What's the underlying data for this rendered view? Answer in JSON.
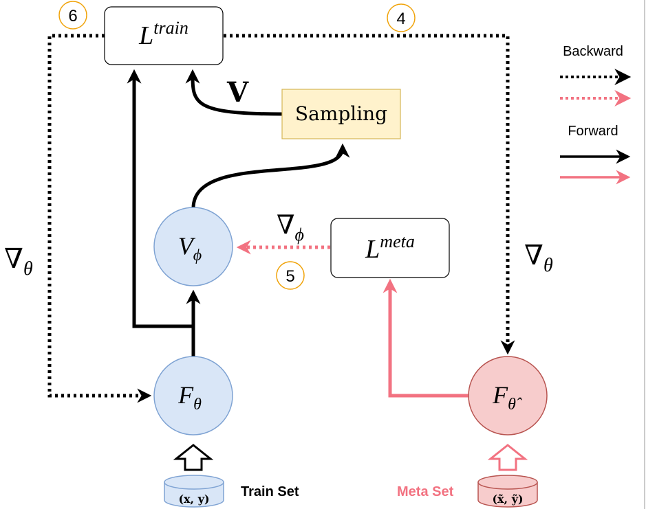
{
  "colors": {
    "black": "#000000",
    "pink": "#f27281",
    "blue_fill": "#d9e6f7",
    "blue_stroke": "#7fa3d3",
    "pink_fill": "#f7cccc",
    "pink_stroke": "#b85450",
    "sampling_fill": "#fff2cc",
    "sampling_stroke": "#d6b656",
    "badge_stroke": "#f0a30a"
  },
  "nodes": {
    "l_train": {
      "base": "L",
      "sup": "train"
    },
    "l_meta": {
      "base": "L",
      "sup": "meta"
    },
    "sampling": {
      "label": "Sampling"
    },
    "v_phi": {
      "base": "V",
      "sub": "ϕ"
    },
    "f_theta": {
      "base": "F",
      "sub": "θ"
    },
    "f_theta_hat": {
      "base": "F",
      "sub": "θ̂"
    }
  },
  "datasets": {
    "train": {
      "label": "Train Set",
      "values": "(x, y)"
    },
    "meta": {
      "label": "Meta Set",
      "values": "(x̃, ỹ)"
    }
  },
  "edge_labels": {
    "v_label": "V",
    "grad_phi": {
      "base": "∇",
      "sub": "ϕ"
    },
    "grad_theta_left": {
      "base": "∇",
      "sub": "θ"
    },
    "grad_theta_right": {
      "base": "∇",
      "sub": "θ"
    }
  },
  "badges": {
    "b4": "4",
    "b5": "5",
    "b6": "6"
  },
  "legend": {
    "backward": "Backward",
    "forward": "Forward"
  }
}
